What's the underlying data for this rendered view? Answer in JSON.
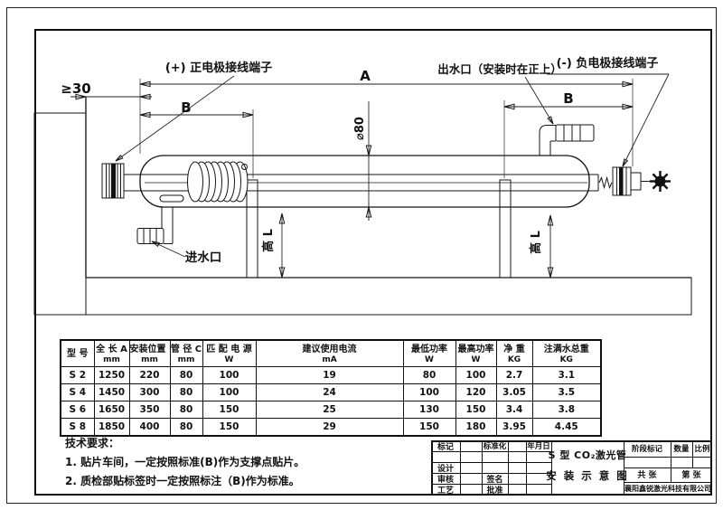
{
  "schematic": {
    "labels": {
      "positive_terminal": "(+) 正电极接线端子",
      "negative_terminal": "(-) 负电极接线端子",
      "water_outlet": "出水口（安装时在正上）",
      "water_inlet": "进水口",
      "dim_total_length": "A",
      "dim_mount_left": "B",
      "dim_mount_right": "B",
      "dim_wall_clearance": "≥30",
      "dim_tube_diameter": "⌀80",
      "dim_support_height_left": "高 L",
      "dim_support_height_right": "高 L"
    }
  },
  "table": {
    "headers": [
      {
        "name": "型 号",
        "unit": ""
      },
      {
        "name": "全 长 A",
        "unit": "mm"
      },
      {
        "name": "安装位置 B",
        "unit": "mm"
      },
      {
        "name": "管 径 C",
        "unit": "mm"
      },
      {
        "name": "匹 配 电 源",
        "unit": "W"
      },
      {
        "name": "建议使用电流",
        "unit": "mA"
      },
      {
        "name": "最低功率",
        "unit": "W"
      },
      {
        "name": "最高功率",
        "unit": "W"
      },
      {
        "name": "净  重",
        "unit": "KG"
      },
      {
        "name": "注满水总重",
        "unit": "KG"
      }
    ],
    "rows": [
      [
        "S 2",
        "1250",
        "220",
        "80",
        "100",
        "19",
        "80",
        "100",
        "2.7",
        "3.1"
      ],
      [
        "S 4",
        "1450",
        "300",
        "80",
        "100",
        "24",
        "100",
        "120",
        "3.05",
        "3.5"
      ],
      [
        "S 6",
        "1650",
        "350",
        "80",
        "150",
        "25",
        "130",
        "150",
        "3.4",
        "3.8"
      ],
      [
        "S 8",
        "1850",
        "400",
        "80",
        "150",
        "29",
        "150",
        "180",
        "3.95",
        "4.45"
      ]
    ]
  },
  "tech_requirements": {
    "title": "技术要求：",
    "items": [
      "1. 贴片车间，一定按照标准(B)作为支撑点贴片。",
      "2. 质检部贴标签时一定按照标注（B)作为标准。"
    ]
  },
  "title_block": {
    "mark": "标记",
    "standardization": "标准化",
    "date": "年月日",
    "design": "设计",
    "review": "审核",
    "process": "工艺",
    "signature": "签名",
    "approval": "批准",
    "stage_mark": "阶段标记",
    "quantity": "数量",
    "scale": "比例",
    "total_sheets": "共  张",
    "sheet_number": "第  张",
    "drawing_title_line1": "S 型 CO₂激光管",
    "drawing_title_line2": "安 装 示 意 图",
    "company": "襄阳鑫锐激光科技有限公司"
  }
}
